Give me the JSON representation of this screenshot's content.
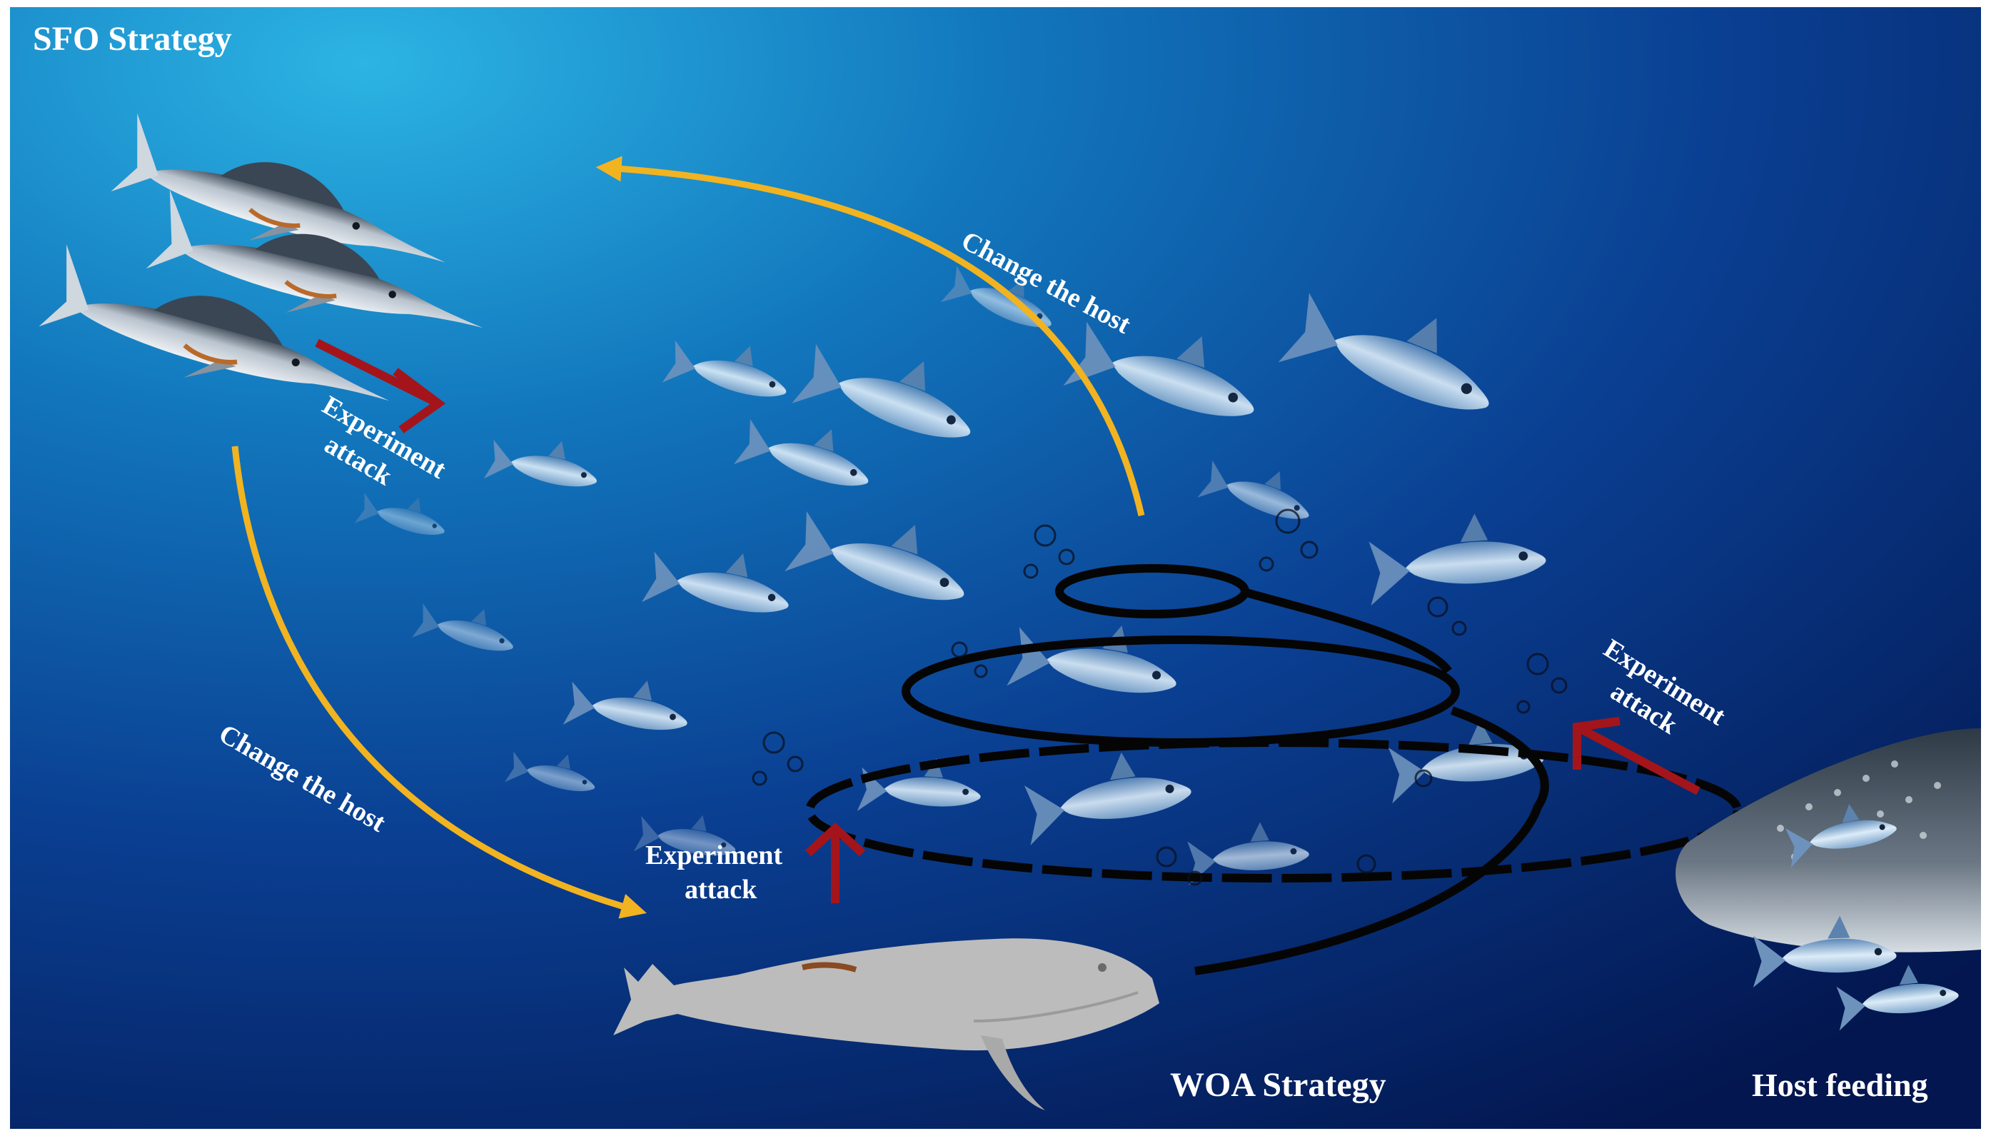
{
  "labels": {
    "sfo_strategy": "SFO Strategy",
    "woa_strategy": "WOA Strategy",
    "host_feeding": "Host feeding",
    "change_host_top": "Change the host",
    "change_host_left": "Change the host",
    "attack_upper_line1": "Experiment",
    "attack_upper_line2": "attack",
    "attack_right_line1": "Experiment",
    "attack_right_line2": "attack",
    "attack_lower_line1": "Experiment",
    "attack_lower_line2": "attack"
  },
  "colors": {
    "sea_light": "#1ca0d4",
    "sea_mid": "#0a4f9a",
    "sea_deep": "#04185a",
    "arrow_yellow": "#f2b320",
    "arrow_red": "#a3151b",
    "spiral": "#050505",
    "fish": "#c7dcee",
    "whale": "#bdbdbd"
  },
  "icons": [
    "sailfish-icon",
    "humpback-whale-icon",
    "whale-shark-icon",
    "fish-school-icon",
    "bubble-net-spiral"
  ]
}
